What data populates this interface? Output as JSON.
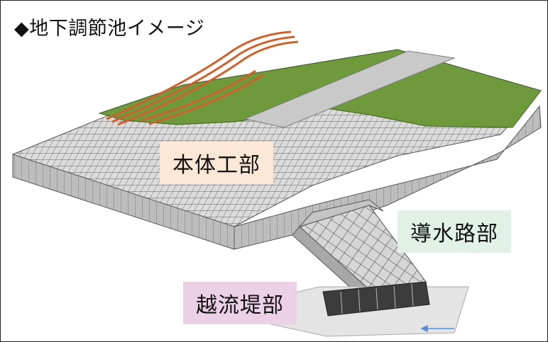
{
  "title": "◆地下調節池イメージ",
  "labels": {
    "main_body": "本体工部",
    "channel": "導水路部",
    "weir": "越流堤部"
  },
  "colors": {
    "grass": "#6f9a3c",
    "road": "#c9c9c9",
    "track": "#d0602a",
    "concrete_top": "#d9d9d9",
    "concrete_side": "#b5b5b5",
    "main_label_bg": "#fde7d6",
    "channel_label_bg": "#e2f1e6",
    "weir_label_bg": "#ecd0e6"
  }
}
